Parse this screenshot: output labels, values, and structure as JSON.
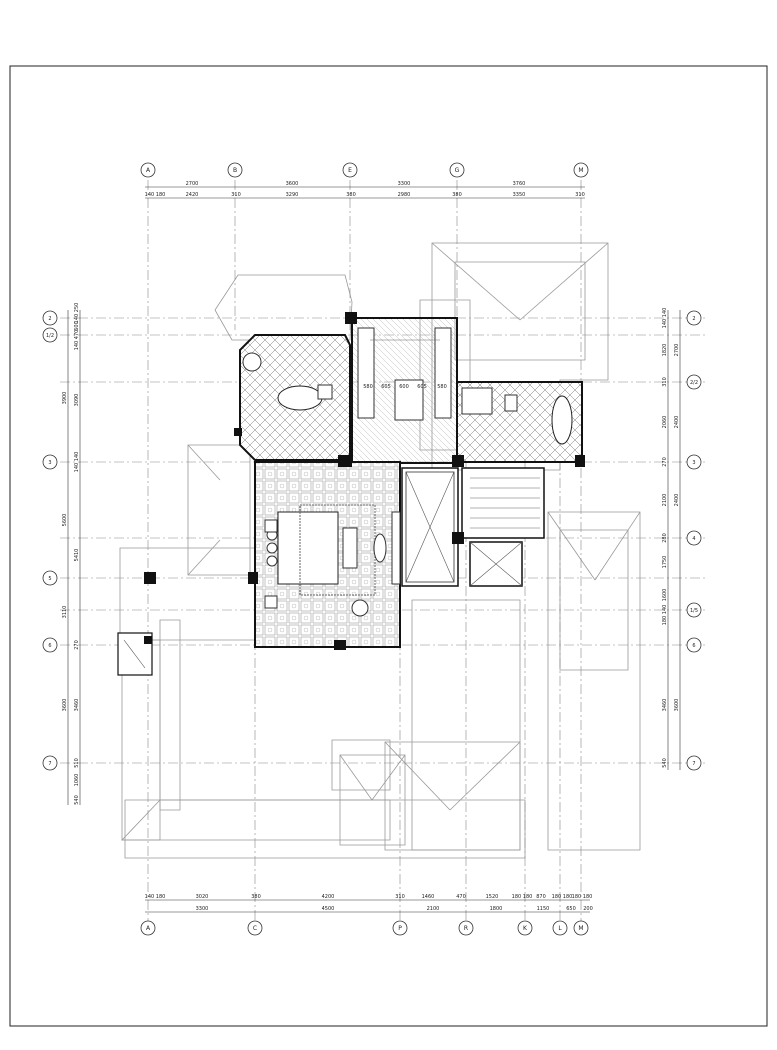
{
  "drawing": {
    "top_axes": [
      "A",
      "B",
      "E",
      "G",
      "M"
    ],
    "bottom_axes": [
      "A",
      "C",
      "P",
      "R",
      "K",
      "L",
      "M"
    ],
    "left_axes": [
      "2",
      "1/2",
      "3",
      "5",
      "6",
      "7"
    ],
    "right_axes": [
      "2",
      "2/2",
      "3",
      "4",
      "1/5",
      "6",
      "7"
    ],
    "top_dims_outer": [
      "2700",
      "3600",
      "3300",
      "3760"
    ],
    "top_dims_inner": [
      "140 180",
      "2420",
      "310",
      "3290",
      "380",
      "2980",
      "380",
      "3350",
      "310"
    ],
    "bottom_dims_inner": [
      "140 180",
      "3020",
      "380",
      "4200",
      "310",
      "1460",
      "470",
      "1520",
      "180 180",
      "870",
      "180 180",
      "180 180"
    ],
    "bottom_dims_outer": [
      "3300",
      "4500",
      "2100",
      "1800",
      "1150",
      "650",
      "200"
    ],
    "left_dims_outer": [
      "3900",
      "5600",
      "3110",
      "3600"
    ],
    "left_dims_inner": [
      "140 250",
      "600",
      "140 470",
      "3090",
      "140 140",
      "5410",
      "270",
      "3460",
      "510",
      "1060",
      "540"
    ],
    "right_dims_outer": [
      "2700",
      "2400",
      "2400",
      "3600"
    ],
    "right_dims_inner": [
      "140 140",
      "1820",
      "310",
      "2060",
      "270",
      "2100",
      "280",
      "1750",
      "1600",
      "180 140",
      "3460",
      "540"
    ],
    "interior_dims": [
      "580",
      "605",
      "600",
      "605",
      "580"
    ]
  }
}
